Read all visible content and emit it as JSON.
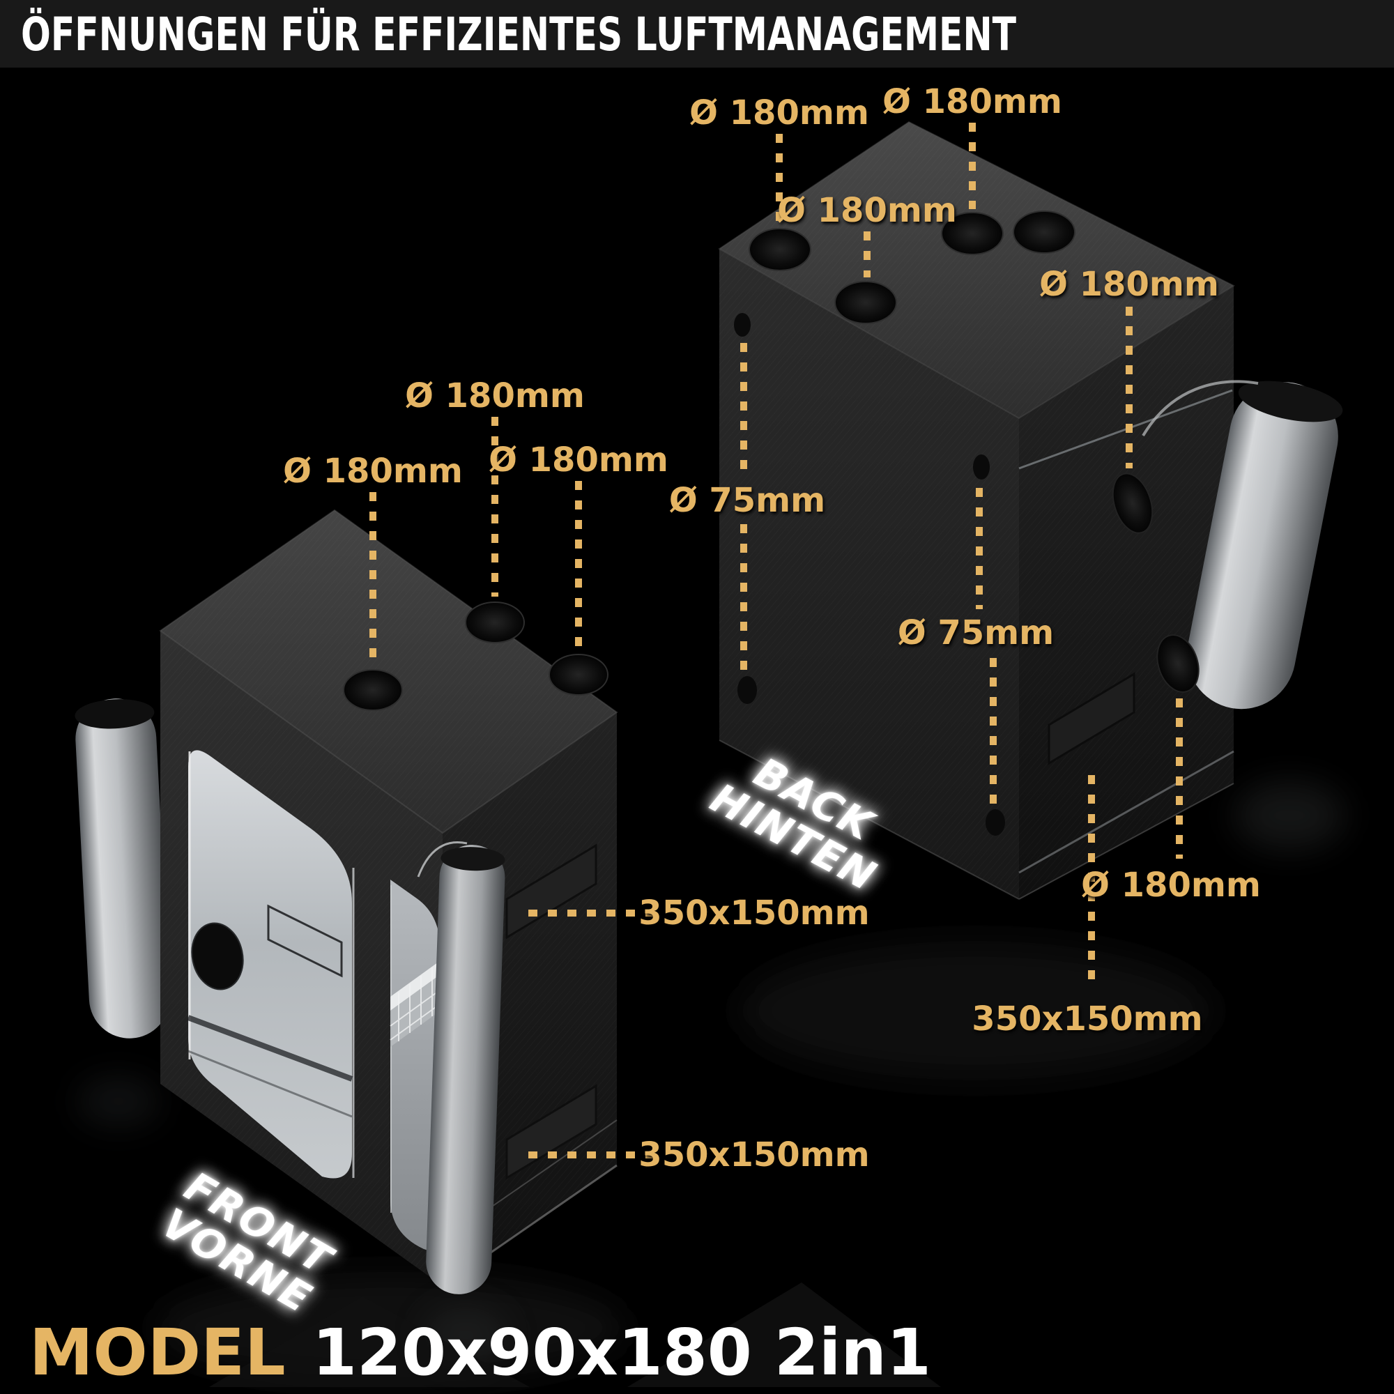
{
  "title": "ÖFFNUNGEN FÜR EFFIZIENTES LUFTMANAGEMENT",
  "labels": {
    "d180": "Ø 180mm",
    "d75": "Ø 75mm",
    "vent": "350x150mm"
  },
  "view_tags": {
    "front": {
      "line1": "FRONT",
      "line2": "VORNE"
    },
    "back": {
      "line1": "BACK",
      "line2": "HINTEN"
    }
  },
  "footer": {
    "model_label": "MODEL",
    "model_value": "120x90x180 2in1"
  },
  "colors": {
    "accent_gold": "#E5B564",
    "background": "#000000",
    "header_bg": "#191919",
    "text_light": "#FFFFFF",
    "fabric_dark": "#1b1b1b",
    "silver": "#c9cccf"
  }
}
